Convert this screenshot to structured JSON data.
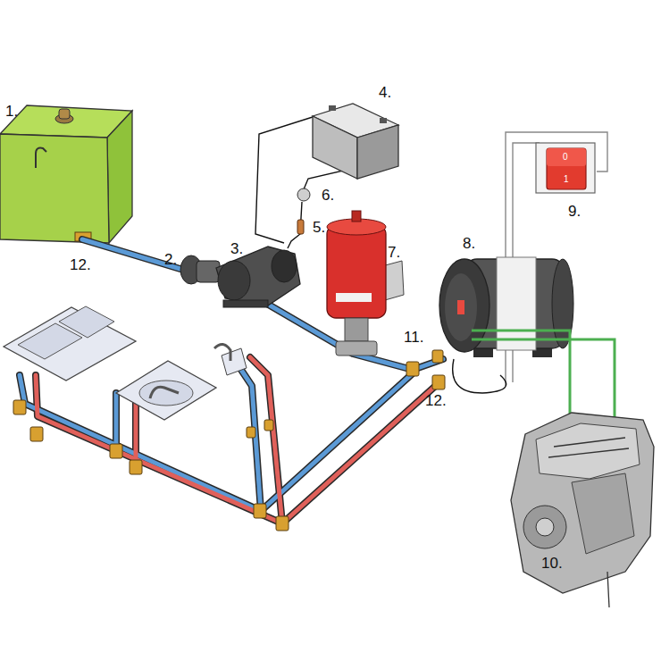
{
  "diagram": {
    "labels": [
      "1.",
      "12.",
      "2.",
      "3.",
      "4.",
      "6.",
      "5.",
      "7.",
      "9.",
      "8.",
      "11.",
      "12.",
      "10.",
      "0",
      "1"
    ]
  }
}
